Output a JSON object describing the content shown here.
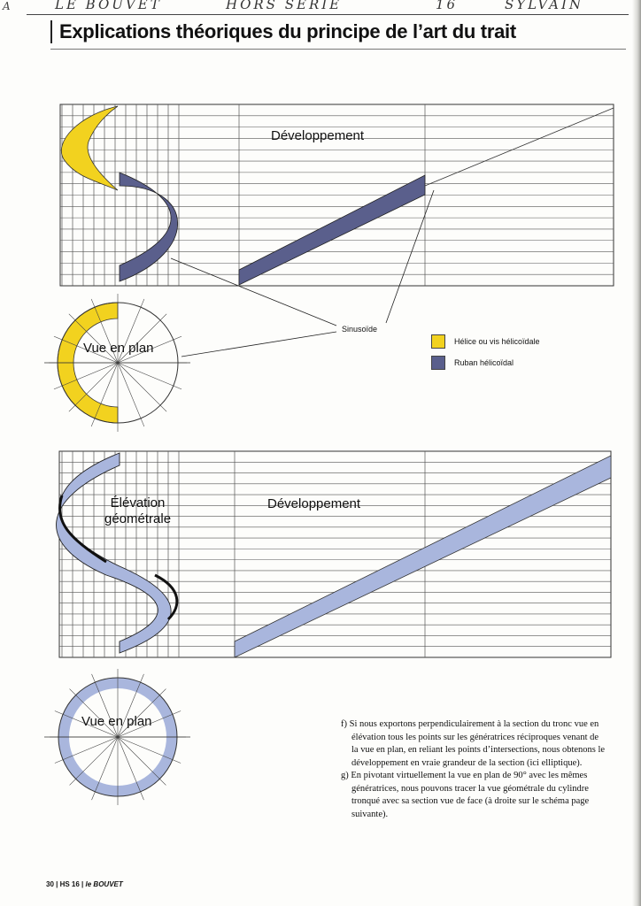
{
  "header_handwriting": [
    "LE BOUVET",
    "HORS SERIE",
    "16",
    "SYLVAIN"
  ],
  "corner_mark": "A",
  "page_title": "Explications théoriques du principe de l’art du trait",
  "figure1": {
    "label_developpement": "Développement",
    "label_vue_en_plan": "Vue en plan",
    "label_sinusoide": "Sinusoïde",
    "legend": [
      {
        "label": "Hélice ou vis hélicoïdale",
        "color": "#f2d21f"
      },
      {
        "label": "Ruban hélicoïdal",
        "color": "#5a5f8c"
      }
    ]
  },
  "figure2": {
    "label_elevation_line1": "Élévation",
    "label_elevation_line2": "géométrale",
    "label_developpement": "Développement",
    "label_vue_en_plan": "Vue en plan",
    "ribbon_color": "#a9b6dd"
  },
  "notes": [
    "f) Si nous exportons perpendiculairement à la section du tronc vue en élévation tous les points sur les génératrices réciproques venant de la vue en plan, en reliant les points d’intersections, nous obtenons le développement en vraie grandeur de la section (ici elliptique).",
    "g) En pivotant virtuellement la vue en plan de 90° avec les mêmes génératrices, nous pouvons tracer la vue géométrale du cylindre tronqué avec sa section vue de face (à droite sur le schéma page suivante)."
  ],
  "footer": {
    "page": "30",
    "issue": "HS 16",
    "brand": "le BOUVET"
  }
}
